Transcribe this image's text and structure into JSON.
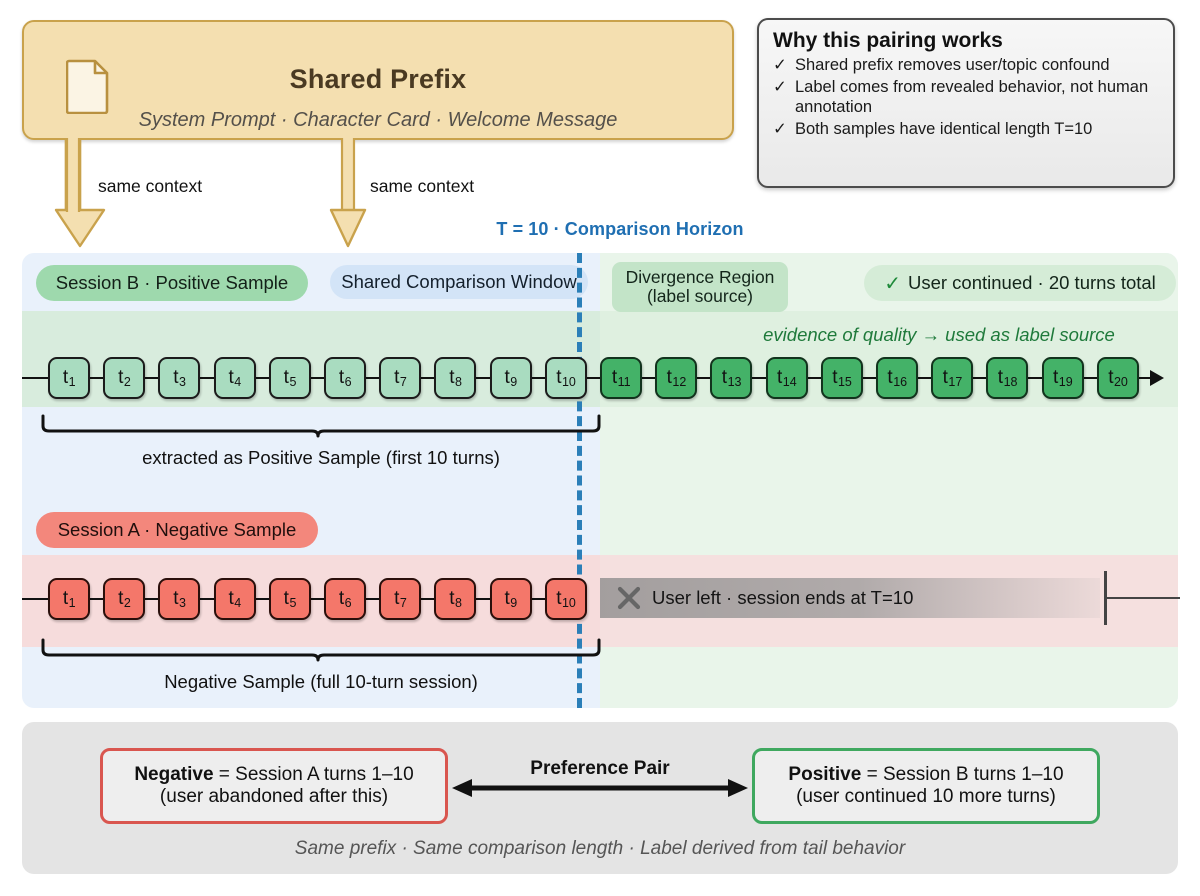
{
  "prefix": {
    "icon": "document-icon",
    "title": "Shared Prefix",
    "subtitle": "System Prompt · Character Card · Welcome Message",
    "fill": "#f4dfb0",
    "border": "#c9a24c"
  },
  "why": {
    "title": "Why this pairing works",
    "check_glyph": "✓",
    "items": [
      "Shared prefix removes user/topic confound",
      "Label comes from revealed behavior, not human annotation",
      "Both samples have identical length T=10"
    ]
  },
  "context_arrows": [
    {
      "label": "same context"
    },
    {
      "label": "same context"
    }
  ],
  "horizon": {
    "label": "T = 10 · Comparison Horizon",
    "color": "#1f6fb2"
  },
  "panel": {
    "left_bg": "#e9f1fb",
    "right_bg": "#e9f5ea",
    "divider_color": "#2b7fb8",
    "positive": {
      "session_chip": "Session B · Positive Sample",
      "window_chip": "Shared Comparison Window",
      "divergence_chip_line1": "Divergence Region",
      "divergence_chip_line2": "(label source)",
      "status_chip": "User continued · 20 turns total",
      "status_check": "✓",
      "evidence_note": "evidence of quality → used as label source",
      "turns_shared": [
        "t1",
        "t2",
        "t3",
        "t4",
        "t5",
        "t6",
        "t7",
        "t8",
        "t9",
        "t10"
      ],
      "turns_divergent": [
        "t11",
        "t12",
        "t13",
        "t14",
        "t15",
        "t16",
        "t17",
        "t18",
        "t19",
        "t20"
      ],
      "bracket_caption": "extracted as Positive Sample (first 10 turns)",
      "chip_color": "#9ed9ad",
      "turn_color": "#a9dcc0",
      "divergent_turn_color": "#44b268"
    },
    "negative": {
      "session_chip": "Session A · Negative Sample",
      "turns": [
        "t1",
        "t2",
        "t3",
        "t4",
        "t5",
        "t6",
        "t7",
        "t8",
        "t9",
        "t10"
      ],
      "status_text": "User left · session ends at T=10",
      "status_icon": "x-icon",
      "bracket_caption": "Negative Sample (full 10-turn session)",
      "chip_color": "#f3877c",
      "turn_color": "#f4776a"
    }
  },
  "summary": {
    "negative_pill_line1_strong": "Negative",
    "negative_pill_line1_rest": " = Session A turns 1–10",
    "negative_pill_line2": "(user abandoned after this)",
    "negative_border": "#d9564f",
    "arrow_label": "Preference Pair",
    "positive_pill_line1_strong": "Positive",
    "positive_pill_line1_rest": " = Session B turns 1–10",
    "positive_pill_line2": "(user continued 10 more turns)",
    "positive_border": "#3fa85f",
    "footer": "Same prefix · Same comparison length · Label derived from tail behavior"
  }
}
